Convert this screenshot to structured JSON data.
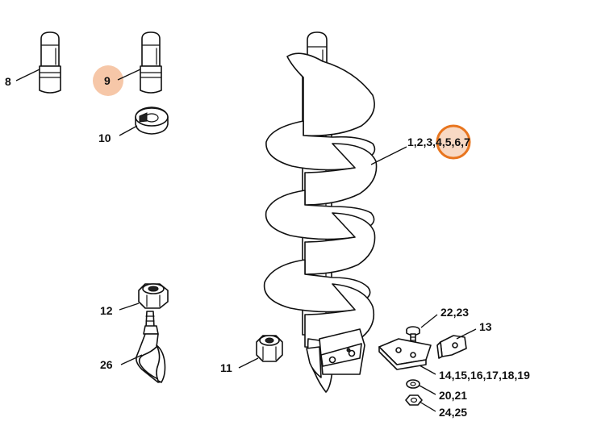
{
  "labels": {
    "part_8": "8",
    "part_9": "9",
    "part_10": "10",
    "part_1_7_a": "1,2,3,",
    "part_1_7_b": "4,5,6",
    "part_1_7_c": ",7",
    "part_22_23": "22,23",
    "part_13": "13",
    "part_14_19": "14,15,16,17,18,19",
    "part_20_21": "20,21",
    "part_24_25": "24,25",
    "part_12": "12",
    "part_26": "26",
    "part_11": "11"
  },
  "colors": {
    "highlight_fill": "#f6c7a8",
    "highlight_ring": "#e8751e",
    "line": "#111111",
    "background": "#ffffff"
  }
}
